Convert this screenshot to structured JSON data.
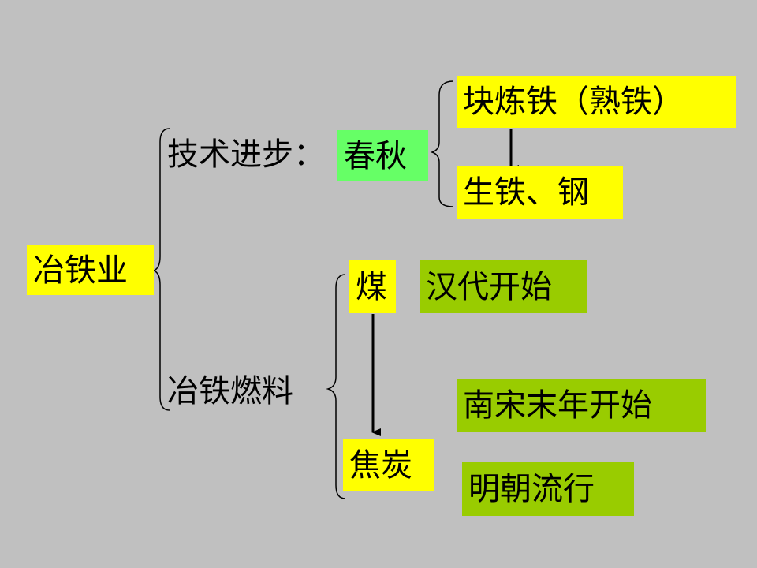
{
  "root": {
    "label": "冶铁业",
    "color": "#ffff00"
  },
  "branch_tech": {
    "label": "技术进步：",
    "period": {
      "label": "春秋",
      "color": "#66ff66"
    },
    "items": [
      {
        "label": "块炼铁（熟铁）",
        "color": "#ffff00"
      },
      {
        "label": "生铁、钢",
        "color": "#ffff00"
      }
    ]
  },
  "branch_fuel": {
    "label": "冶铁燃料",
    "fuels": [
      {
        "label": "煤",
        "color": "#ffff00"
      },
      {
        "label": "焦炭",
        "color": "#ffff00"
      }
    ],
    "notes": [
      {
        "label": "汉代开始",
        "color": "#99cc00"
      },
      {
        "label": "南宋末年开始",
        "color": "#99cc00"
      },
      {
        "label": "明朝流行",
        "color": "#99cc00"
      }
    ]
  }
}
